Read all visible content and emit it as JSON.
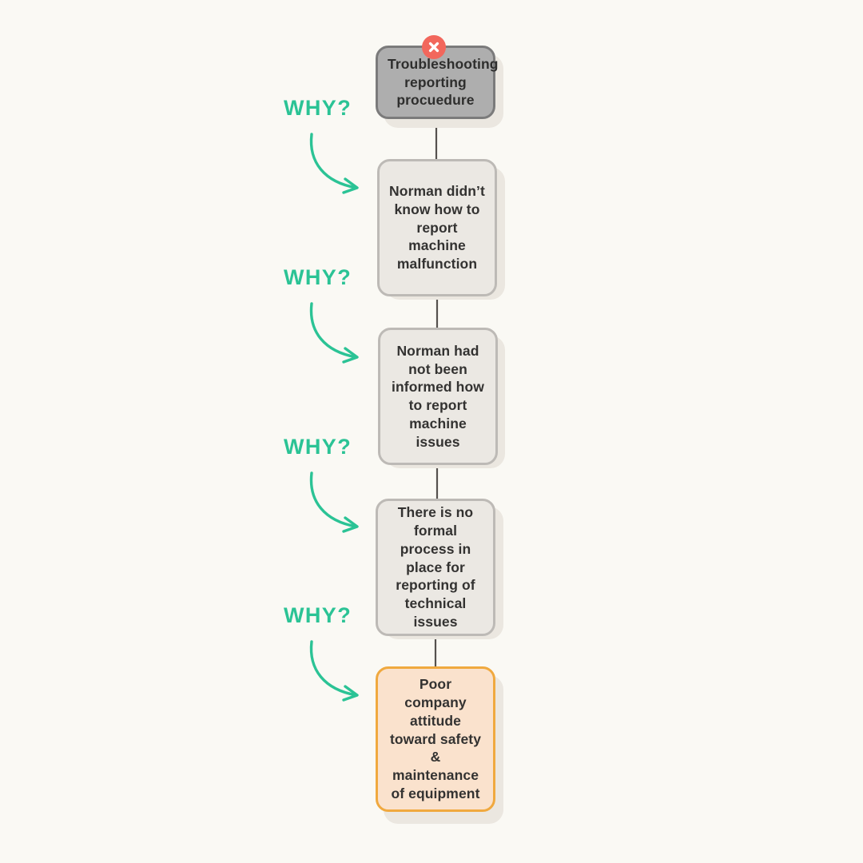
{
  "diagram": {
    "type": "5-whys-root-cause-analysis",
    "background_color": "#FAF9F4",
    "accent_color": "#2BC395",
    "problem_color": "#AEAEAE",
    "cause_color": "#EBE8E3",
    "root_cause_color": "#FAE2CD",
    "root_cause_border_color": "#F0A93F",
    "badge_color": "#F2675C"
  },
  "badge": {
    "name": "error-badge",
    "icon": "x-close-icon"
  },
  "nodes": [
    {
      "id": "problem",
      "kind": "problem",
      "text": "Troubleshooting reporting procuedure",
      "lines": [
        "Troubleshooting",
        "reporting",
        "procuedure"
      ]
    },
    {
      "id": "why-1",
      "kind": "cause",
      "text": "Norman didn’t know how to report machine malfunction",
      "lines": [
        "Norman didn’t",
        "know how to",
        "report machine",
        "malfunction"
      ]
    },
    {
      "id": "why-2",
      "kind": "cause",
      "text": "Norman had not been informed how to report machine issues",
      "lines": [
        "Norman had not",
        "been informed",
        "how to report",
        "machine issues"
      ]
    },
    {
      "id": "why-3",
      "kind": "cause",
      "text": "There is no formal process in place for reporting of technical issues",
      "lines": [
        "There is no formal",
        "process in place",
        "for reporting of",
        "technical issues"
      ]
    },
    {
      "id": "why-4",
      "kind": "root",
      "text": "Poor company attitude toward safety & maintenance of equipment",
      "lines": [
        "Poor company",
        "attitude toward",
        "safety &",
        "maintenance of",
        "equipment"
      ]
    }
  ],
  "why_labels": [
    {
      "id": "why-label-1",
      "text": "WHY?"
    },
    {
      "id": "why-label-2",
      "text": "WHY?"
    },
    {
      "id": "why-label-3",
      "text": "WHY?"
    },
    {
      "id": "why-label-4",
      "text": "WHY?"
    }
  ]
}
